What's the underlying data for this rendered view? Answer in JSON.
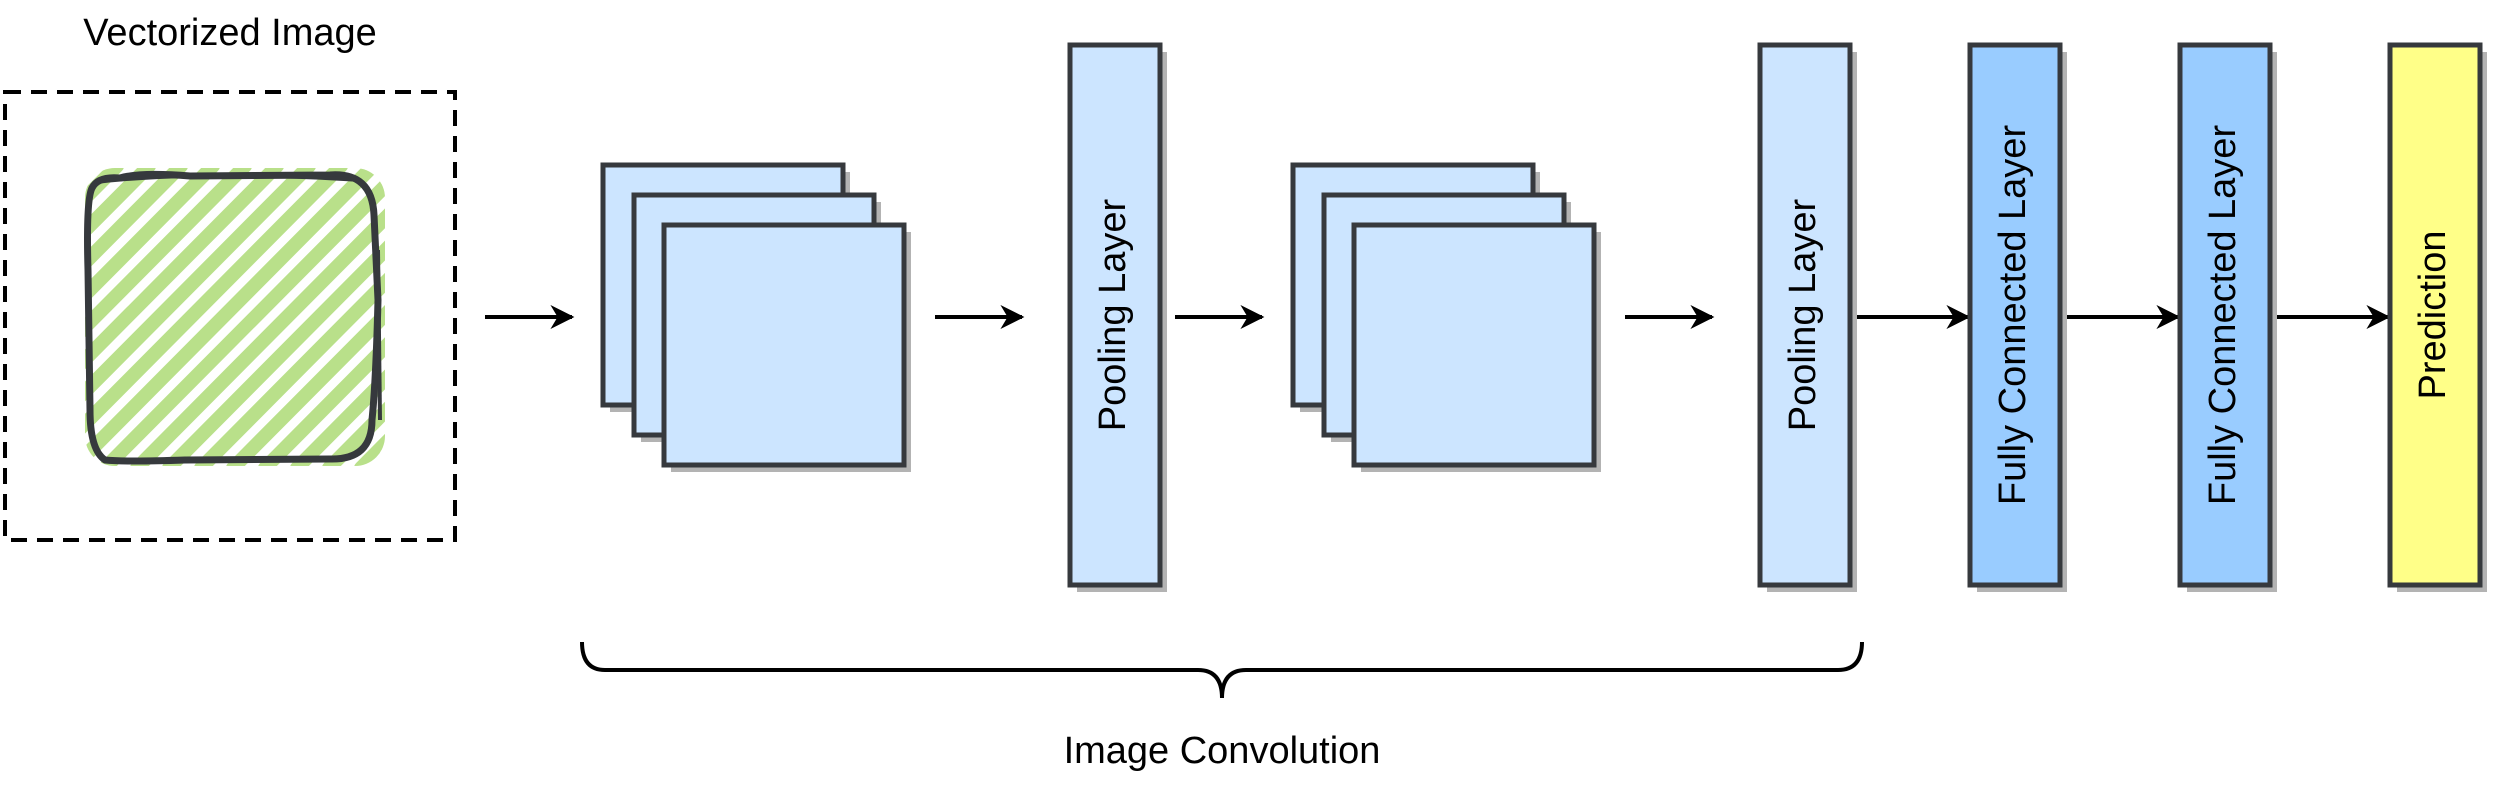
{
  "labels": {
    "input_title": "Vectorized Image",
    "pooling_1": "Pooling Layer",
    "pooling_2": "Pooling Layer",
    "fc_1": "Fully Connected Layer",
    "fc_2": "Fully Connected Layer",
    "prediction": "Prediction",
    "convolution_group": "Image Convolution"
  },
  "colors": {
    "conv_fill": "#cce5ff",
    "pooling_fill": "#cce5ff",
    "fc_fill": "#99ccff",
    "prediction_fill": "#ffff88",
    "hatch_green": "#b9e08a",
    "stroke": "#36393d",
    "shadow": "#b3b3b3"
  },
  "icons": {
    "input_image": "hatched-square-icon"
  }
}
